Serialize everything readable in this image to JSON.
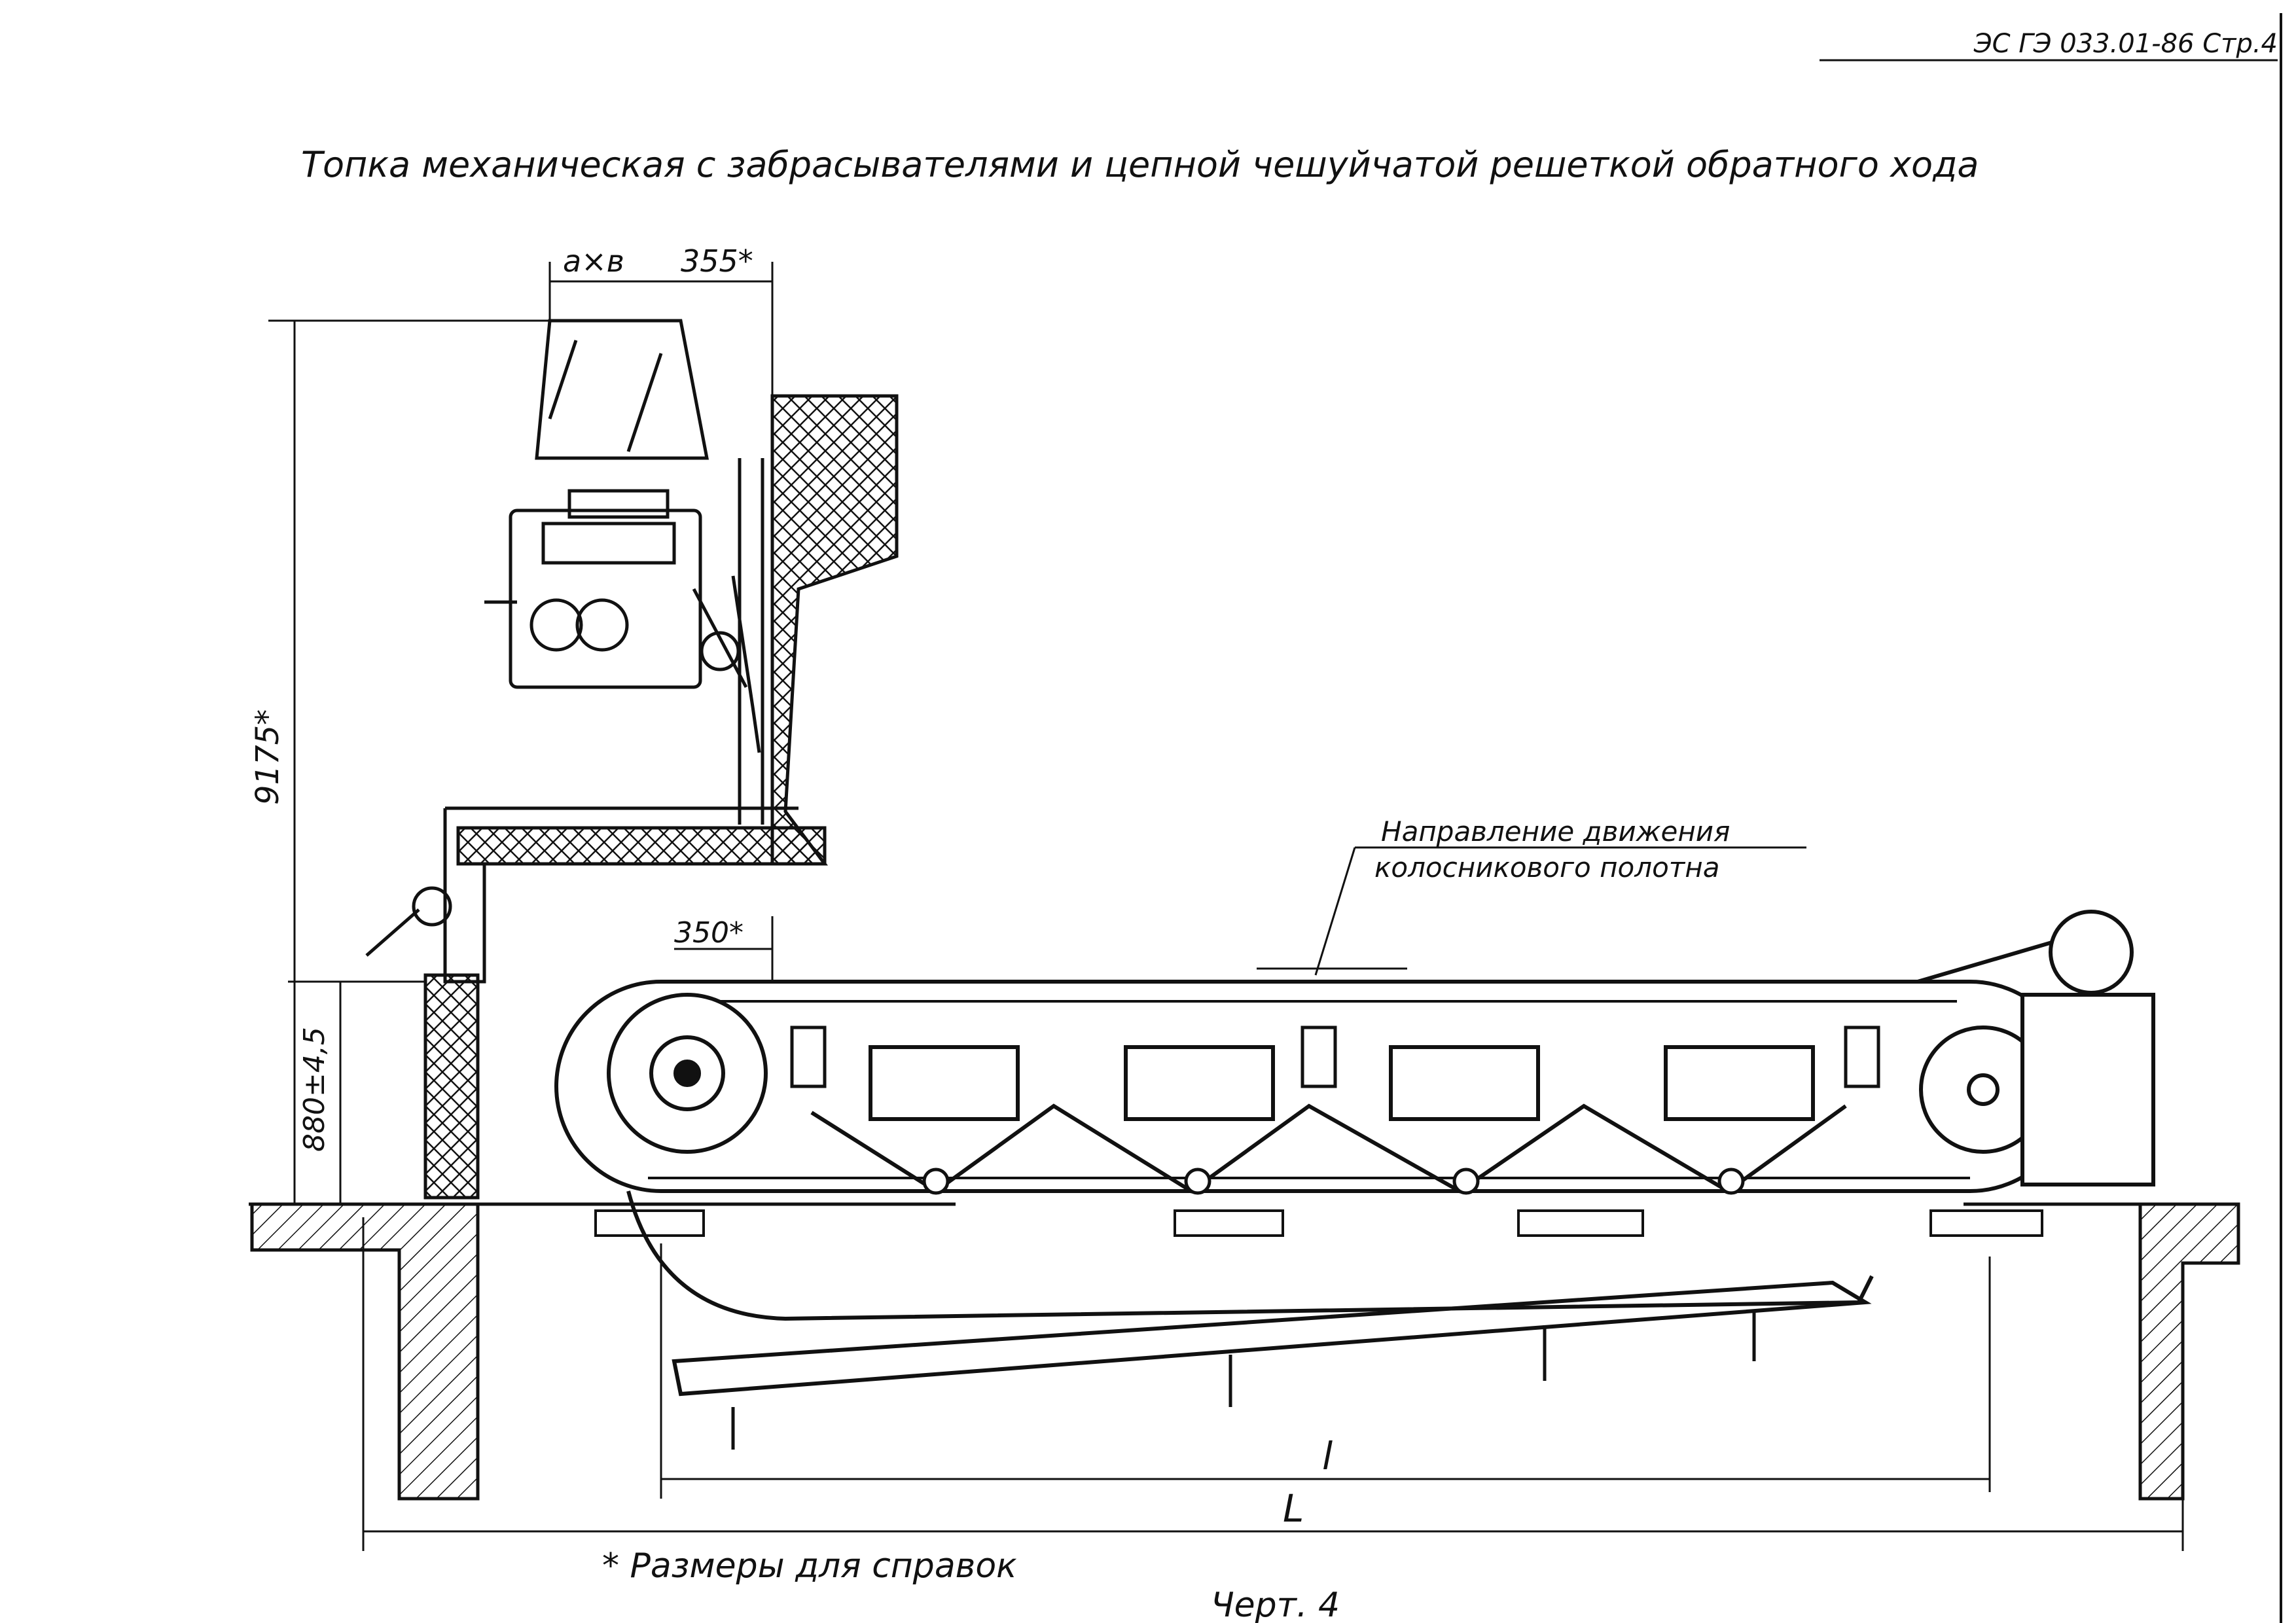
{
  "header": {
    "doc_code": "ЭС  ГЭ 033.01-86  Стр.4"
  },
  "title": "Топка механическая с забрасывателями и цепной чешуйчатой решеткой обратного хода",
  "dimensions": {
    "axb": "a×в",
    "d355": "355*",
    "d350": "350*",
    "d9175": "9175*",
    "d880": "880±4,5",
    "l": "l",
    "L": "L"
  },
  "annotations": {
    "direction_line1": "Направление движения",
    "direction_line2": "колосникового полотна"
  },
  "footnote": "* Размеры для справок",
  "caption": "Черт. 4",
  "colors": {
    "ink": "#111111",
    "paper": "#ffffff"
  }
}
